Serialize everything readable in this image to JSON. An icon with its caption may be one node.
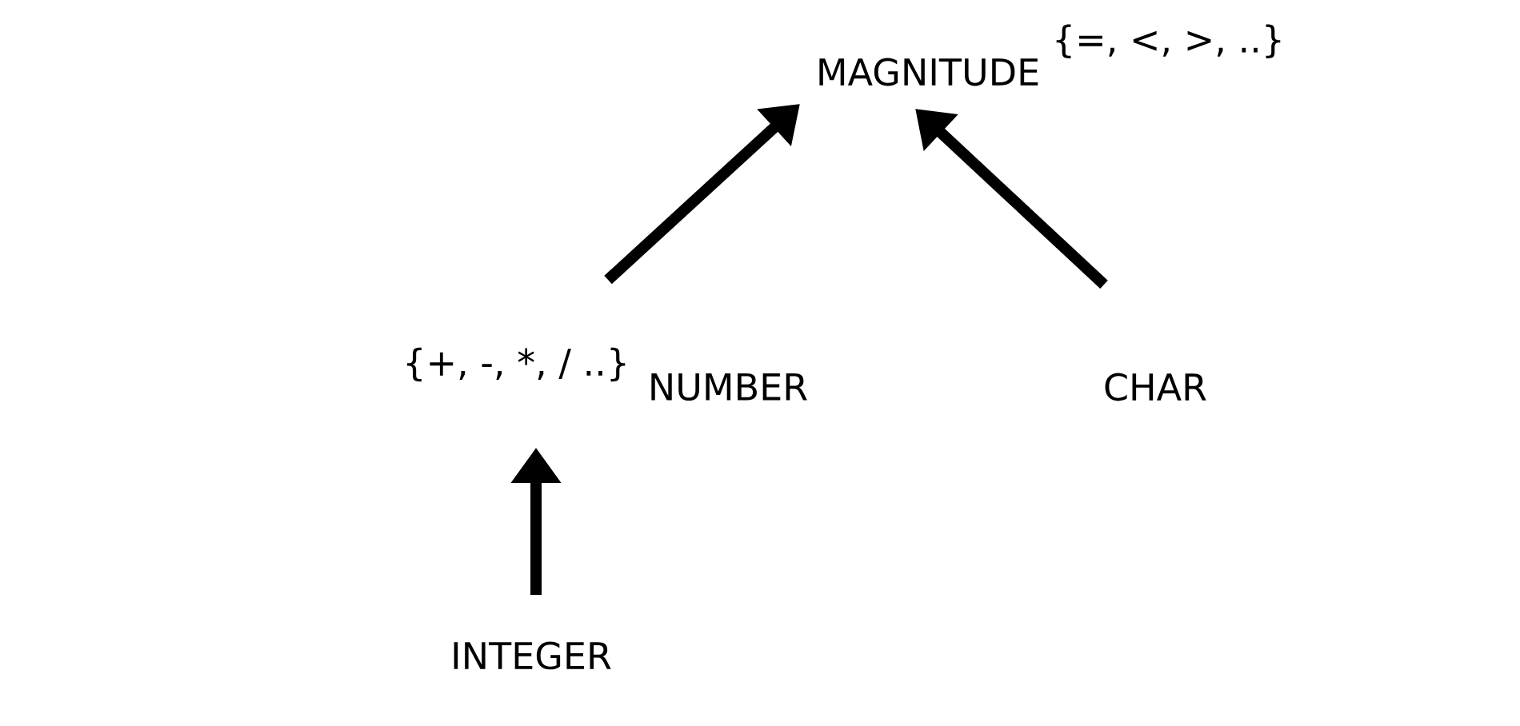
{
  "diagram": {
    "nodes": [
      {
        "text": [
          "MAGNITUDE"
        ],
        "beside": [
          "{=, <, >, ..}"
        ]
      },
      {
        "text": [
          "NUMBER"
        ],
        "beside": [
          "{+, -, *, / ..}"
        ]
      },
      {
        "text": [
          "CHAR"
        ]
      },
      {
        "text": [
          "INTEGER"
        ]
      }
    ],
    "edges": [
      {
        "from": 1,
        "to": 0,
        "arrow": "to"
      },
      {
        "from": 2,
        "to": 0,
        "arrow": "to"
      },
      {
        "from": 3,
        "to": 1,
        "arrow": "to"
      }
    ]
  }
}
